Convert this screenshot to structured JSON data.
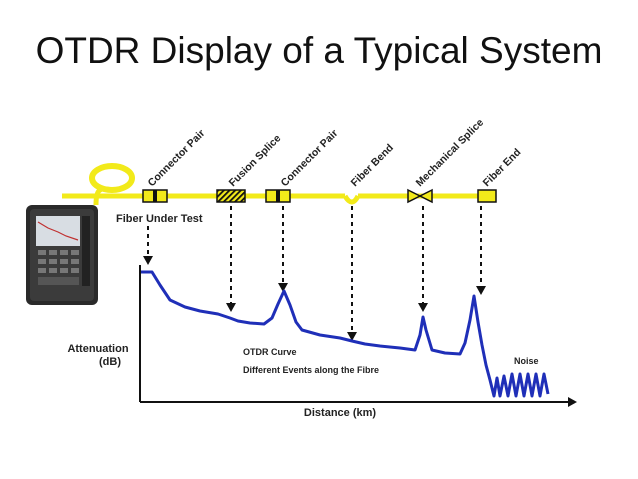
{
  "slide": {
    "title": "OTDR Display of a Typical System"
  },
  "diagram": {
    "fiber_label": "Fiber Under Test",
    "events": [
      {
        "label": "Connector Pair"
      },
      {
        "label": "Fusion Splice"
      },
      {
        "label": "Connector Pair"
      },
      {
        "label": "Fiber Bend"
      },
      {
        "label": "Mechanical Splice"
      },
      {
        "label": "Fiber End"
      }
    ],
    "y_axis_label_line1": "Attenuation",
    "y_axis_label_line2": "(dB)",
    "x_axis_label": "Distance (km)",
    "curve_label": "OTDR Curve",
    "events_caption": "Different Events along the Fibre",
    "noise_label": "Noise",
    "colors": {
      "fiber": "#f2ea1a",
      "trace": "#1f2fb8",
      "axis": "#111111"
    }
  }
}
